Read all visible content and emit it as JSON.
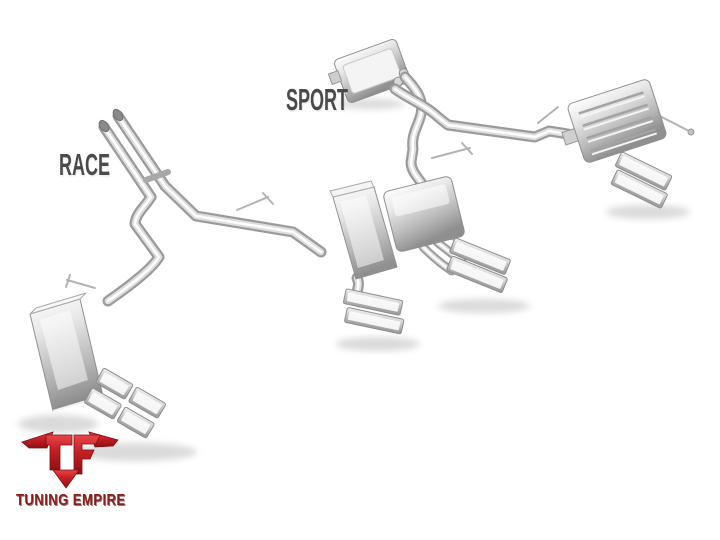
{
  "labels": {
    "race": "RACE",
    "sport": "SPORT"
  },
  "logo": {
    "brand": "TUNING EMPIRE",
    "monogram": "TF"
  },
  "colors": {
    "background": "#ffffff",
    "label_text": "#4a4a4a",
    "logo_red": "#c41e24",
    "brand_text": "#8c1d1d",
    "metal_light": "#f5f5f5",
    "metal_mid": "#c2c2c2",
    "metal_dark": "#8f8f8f"
  }
}
